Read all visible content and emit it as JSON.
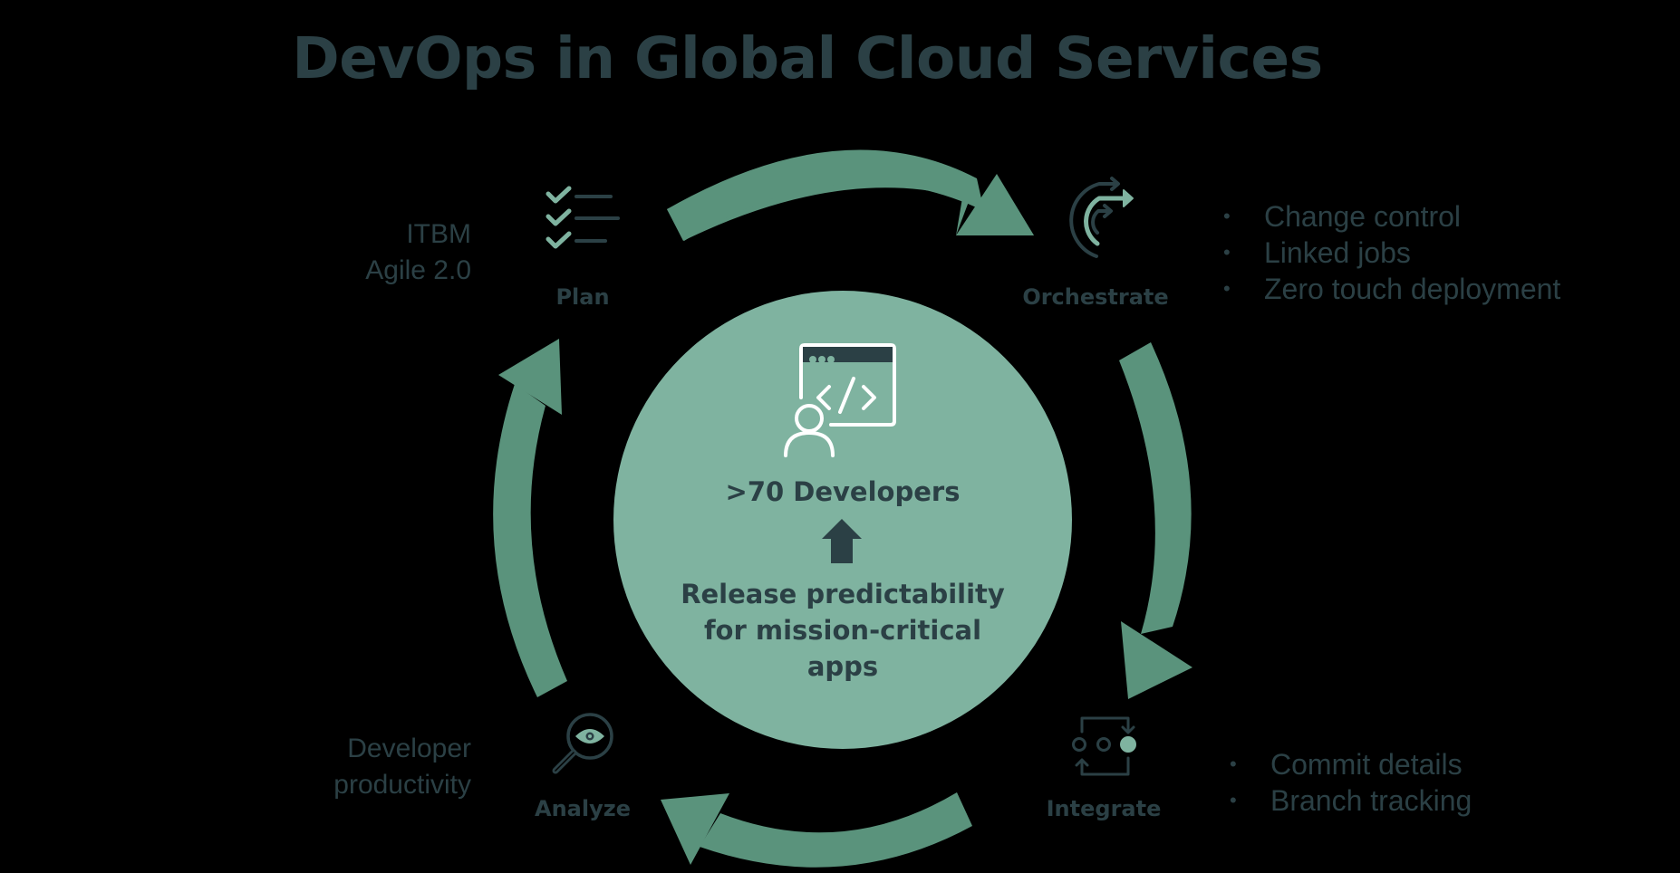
{
  "title": "DevOps in Global Cloud Services",
  "colors": {
    "background": "#000000",
    "text_dark": "#2b4045",
    "arrow_green": "#5a937c",
    "circle_green": "#7fb3a0",
    "accent_light": "#7fb3a0"
  },
  "center": {
    "icon": "developer-code-window-icon",
    "count_label": ">70 Developers",
    "arrow_icon": "up-arrow-icon",
    "outcome_lines": [
      "Release predictability",
      "for mission-critical",
      "apps"
    ]
  },
  "stages": [
    {
      "id": "plan",
      "label": "Plan",
      "icon": "checklist-icon",
      "side_notes": [
        "ITBM",
        "Agile 2.0"
      ]
    },
    {
      "id": "orchestrate",
      "label": "Orchestrate",
      "icon": "orchestrate-arrows-icon",
      "bullets": [
        "Change control",
        "Linked jobs",
        "Zero touch deployment"
      ]
    },
    {
      "id": "integrate",
      "label": "Integrate",
      "icon": "integrate-cycle-icon",
      "bullets": [
        "Commit details",
        "Branch tracking"
      ]
    },
    {
      "id": "analyze",
      "label": "Analyze",
      "icon": "magnifier-eye-icon",
      "side_notes": [
        "Developer",
        "productivity"
      ]
    }
  ],
  "bullet_glyph": "•"
}
